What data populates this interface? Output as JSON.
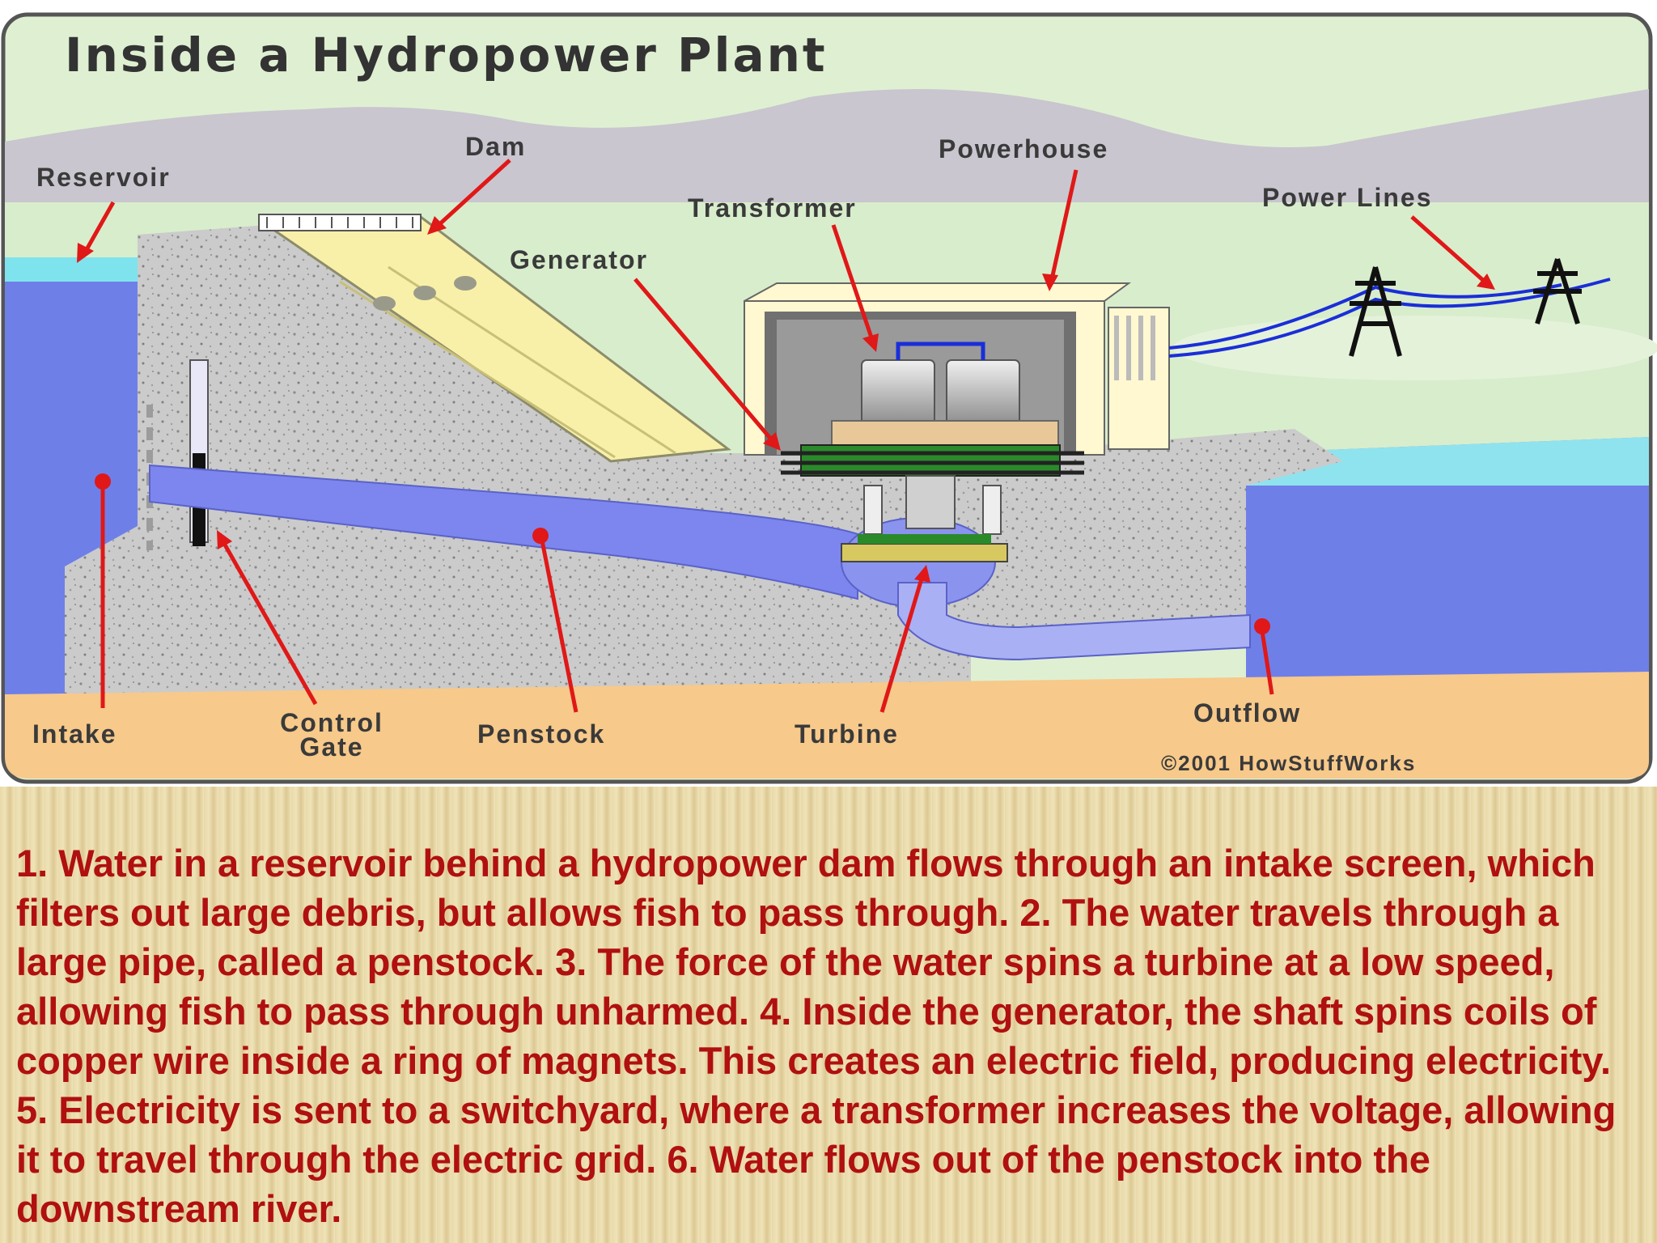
{
  "diagram": {
    "title": "Inside a Hydropower Plant",
    "labels": {
      "reservoir": "Reservoir",
      "dam": "Dam",
      "powerhouse": "Powerhouse",
      "transformer": "Transformer",
      "generator": "Generator",
      "power_lines": "Power Lines",
      "intake": "Intake",
      "control_gate_line1": "Control",
      "control_gate_line2": "Gate",
      "penstock": "Penstock",
      "turbine": "Turbine",
      "outflow": "Outflow"
    },
    "copyright": "©2001 HowStuffWorks",
    "colors": {
      "sky": "#d8edcc",
      "water": "#6f7fe8",
      "concrete": "#c9c9c9",
      "ground": "#f7c98a",
      "arrow": "#e01818",
      "text_red": "#b01010"
    }
  },
  "description": "1. Water in a reservoir behind a hydropower dam flows through an intake screen, which filters out large debris, but allows fish to pass through. 2. The water travels through a large pipe, called a penstock. 3. The force of the water spins a turbine at a low speed, allowing fish to pass through unharmed. 4. Inside the generator, the shaft spins coils of copper wire inside a ring of magnets. This creates an electric field, producing electricity. 5. Electricity is sent to a switchyard, where a transformer increases the voltage, allowing it to travel through the electric grid. 6. Water flows out of the penstock into the downstream river."
}
